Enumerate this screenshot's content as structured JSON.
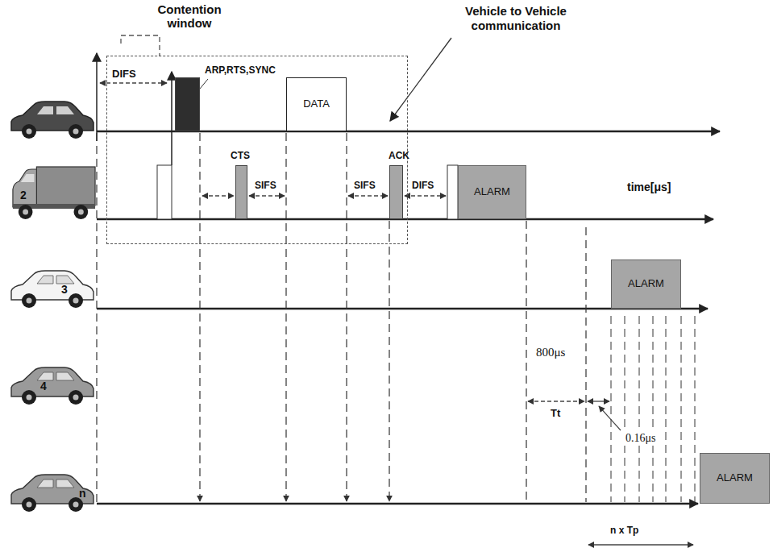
{
  "diagram": {
    "nodes": [
      {
        "text": [
          "Contention window"
        ]
      },
      {
        "text": [
          "ARP,RTS,SYNC"
        ],
        "in": 0
      },
      {
        "text": [
          "DATA"
        ],
        "in": 0
      },
      {
        "text": [
          "2"
        ]
      },
      {
        "text": [
          "CTS"
        ],
        "in": 0
      },
      {
        "text": [
          "ACK"
        ],
        "in": 0
      },
      {
        "text": [
          "ALARM"
        ]
      },
      {
        "text": [
          "3"
        ]
      },
      {
        "text": [
          "ALARM"
        ]
      },
      {
        "text": [
          "4"
        ]
      },
      {
        "text": [
          "n"
        ]
      },
      {
        "text": [
          "ALARM"
        ]
      }
    ],
    "labels": [
      "Vehicle to Vehicle communication",
      "DIFS",
      "SIFS",
      "SIFS",
      "DIFS",
      "time[μs]",
      "800μs",
      "Tt",
      "0.16μs",
      "n x Tp"
    ]
  }
}
